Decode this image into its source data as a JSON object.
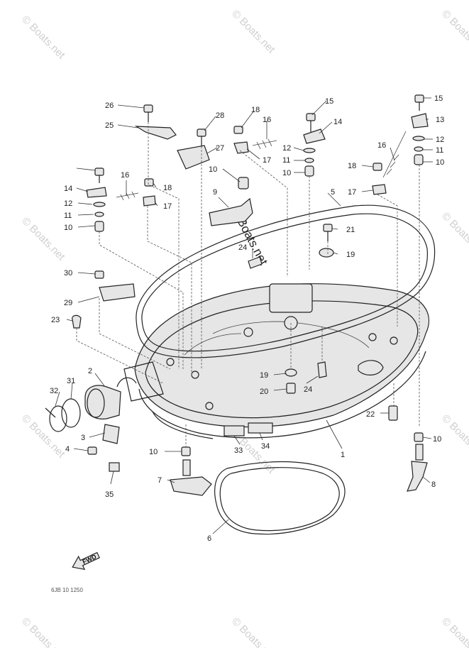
{
  "diagram": {
    "figure_code": "6JB 10 1250",
    "fwd_label": "FWD"
  },
  "watermark": {
    "text": "© Boats.net",
    "center_text": "© Boats.net"
  },
  "callouts": [
    "26",
    "25",
    "28",
    "18",
    "16",
    "15",
    "14",
    "27",
    "17",
    "12",
    "11",
    "10",
    "13",
    "16",
    "12",
    "11",
    "10",
    "15",
    "16",
    "14",
    "18",
    "12",
    "11",
    "10",
    "17",
    "9",
    "10",
    "5",
    "18",
    "17",
    "21",
    "24",
    "19",
    "30",
    "29",
    "23",
    "2",
    "31",
    "32",
    "3",
    "4",
    "35",
    "10",
    "7",
    "33",
    "34",
    "1",
    "6",
    "19",
    "20",
    "24",
    "22",
    "10",
    "8"
  ]
}
